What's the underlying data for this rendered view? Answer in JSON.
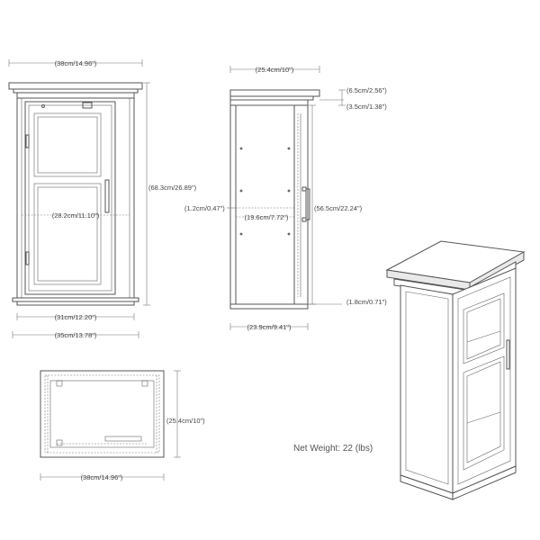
{
  "front_view": {
    "top_width": "(38cm/14.96\")",
    "height": "(68.3cm/26.89\")",
    "door_width": "(28.2cm/11.10\")",
    "base_width": "(31cm/12.20\")",
    "overall_base_width": "(35cm/13.78\")"
  },
  "side_view": {
    "top_depth": "(25.4cm/10\")",
    "crown_height": "(6.5cm/2.56\")",
    "crown_lower": "(3.5cm/1.38\")",
    "wall_thickness": "(1.2cm/0.47\")",
    "interior_depth": "(19.6cm/7.72\")",
    "interior_height": "(56.5cm/22.24\")",
    "base_height": "(1.8cm/0.71\")",
    "base_depth": "(23.9cm/9.41\")"
  },
  "top_view": {
    "depth": "(25.4cm/10\")",
    "width": "(38cm/14.96\")"
  },
  "net_weight": "Net Weight: 22 (lbs)"
}
